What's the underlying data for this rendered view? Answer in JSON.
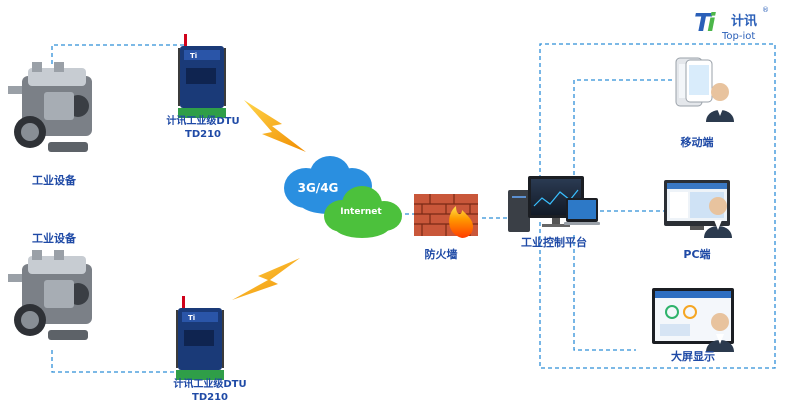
{
  "logo": {
    "chinese": "计讯",
    "latin": "Top-iot",
    "mark": "®"
  },
  "devices": {
    "top": {
      "label": "工业设备"
    },
    "bottom": {
      "label": "工业设备"
    }
  },
  "dtu": {
    "top": {
      "line1": "计讯工业级DTU",
      "line2": "TD210"
    },
    "bottom": {
      "line1": "计讯工业级DTU",
      "line2": "TD210"
    }
  },
  "network": {
    "cloud_blue": "3G/4G",
    "cloud_green": "Internet"
  },
  "firewall": {
    "label": "防火墙"
  },
  "platform": {
    "label": "工业控制平台"
  },
  "clients": [
    {
      "label": "移动端"
    },
    {
      "label": "PC端"
    },
    {
      "label": "大屏显示"
    }
  ],
  "colors": {
    "label": "#1f4aa6",
    "dashed_line": "#2f8fd8",
    "lightning": "#f5a623",
    "cloud_blue": "#2a8fe0",
    "cloud_green": "#4cc13c",
    "brick": "#b5472a",
    "flame": "#ff7a00"
  }
}
